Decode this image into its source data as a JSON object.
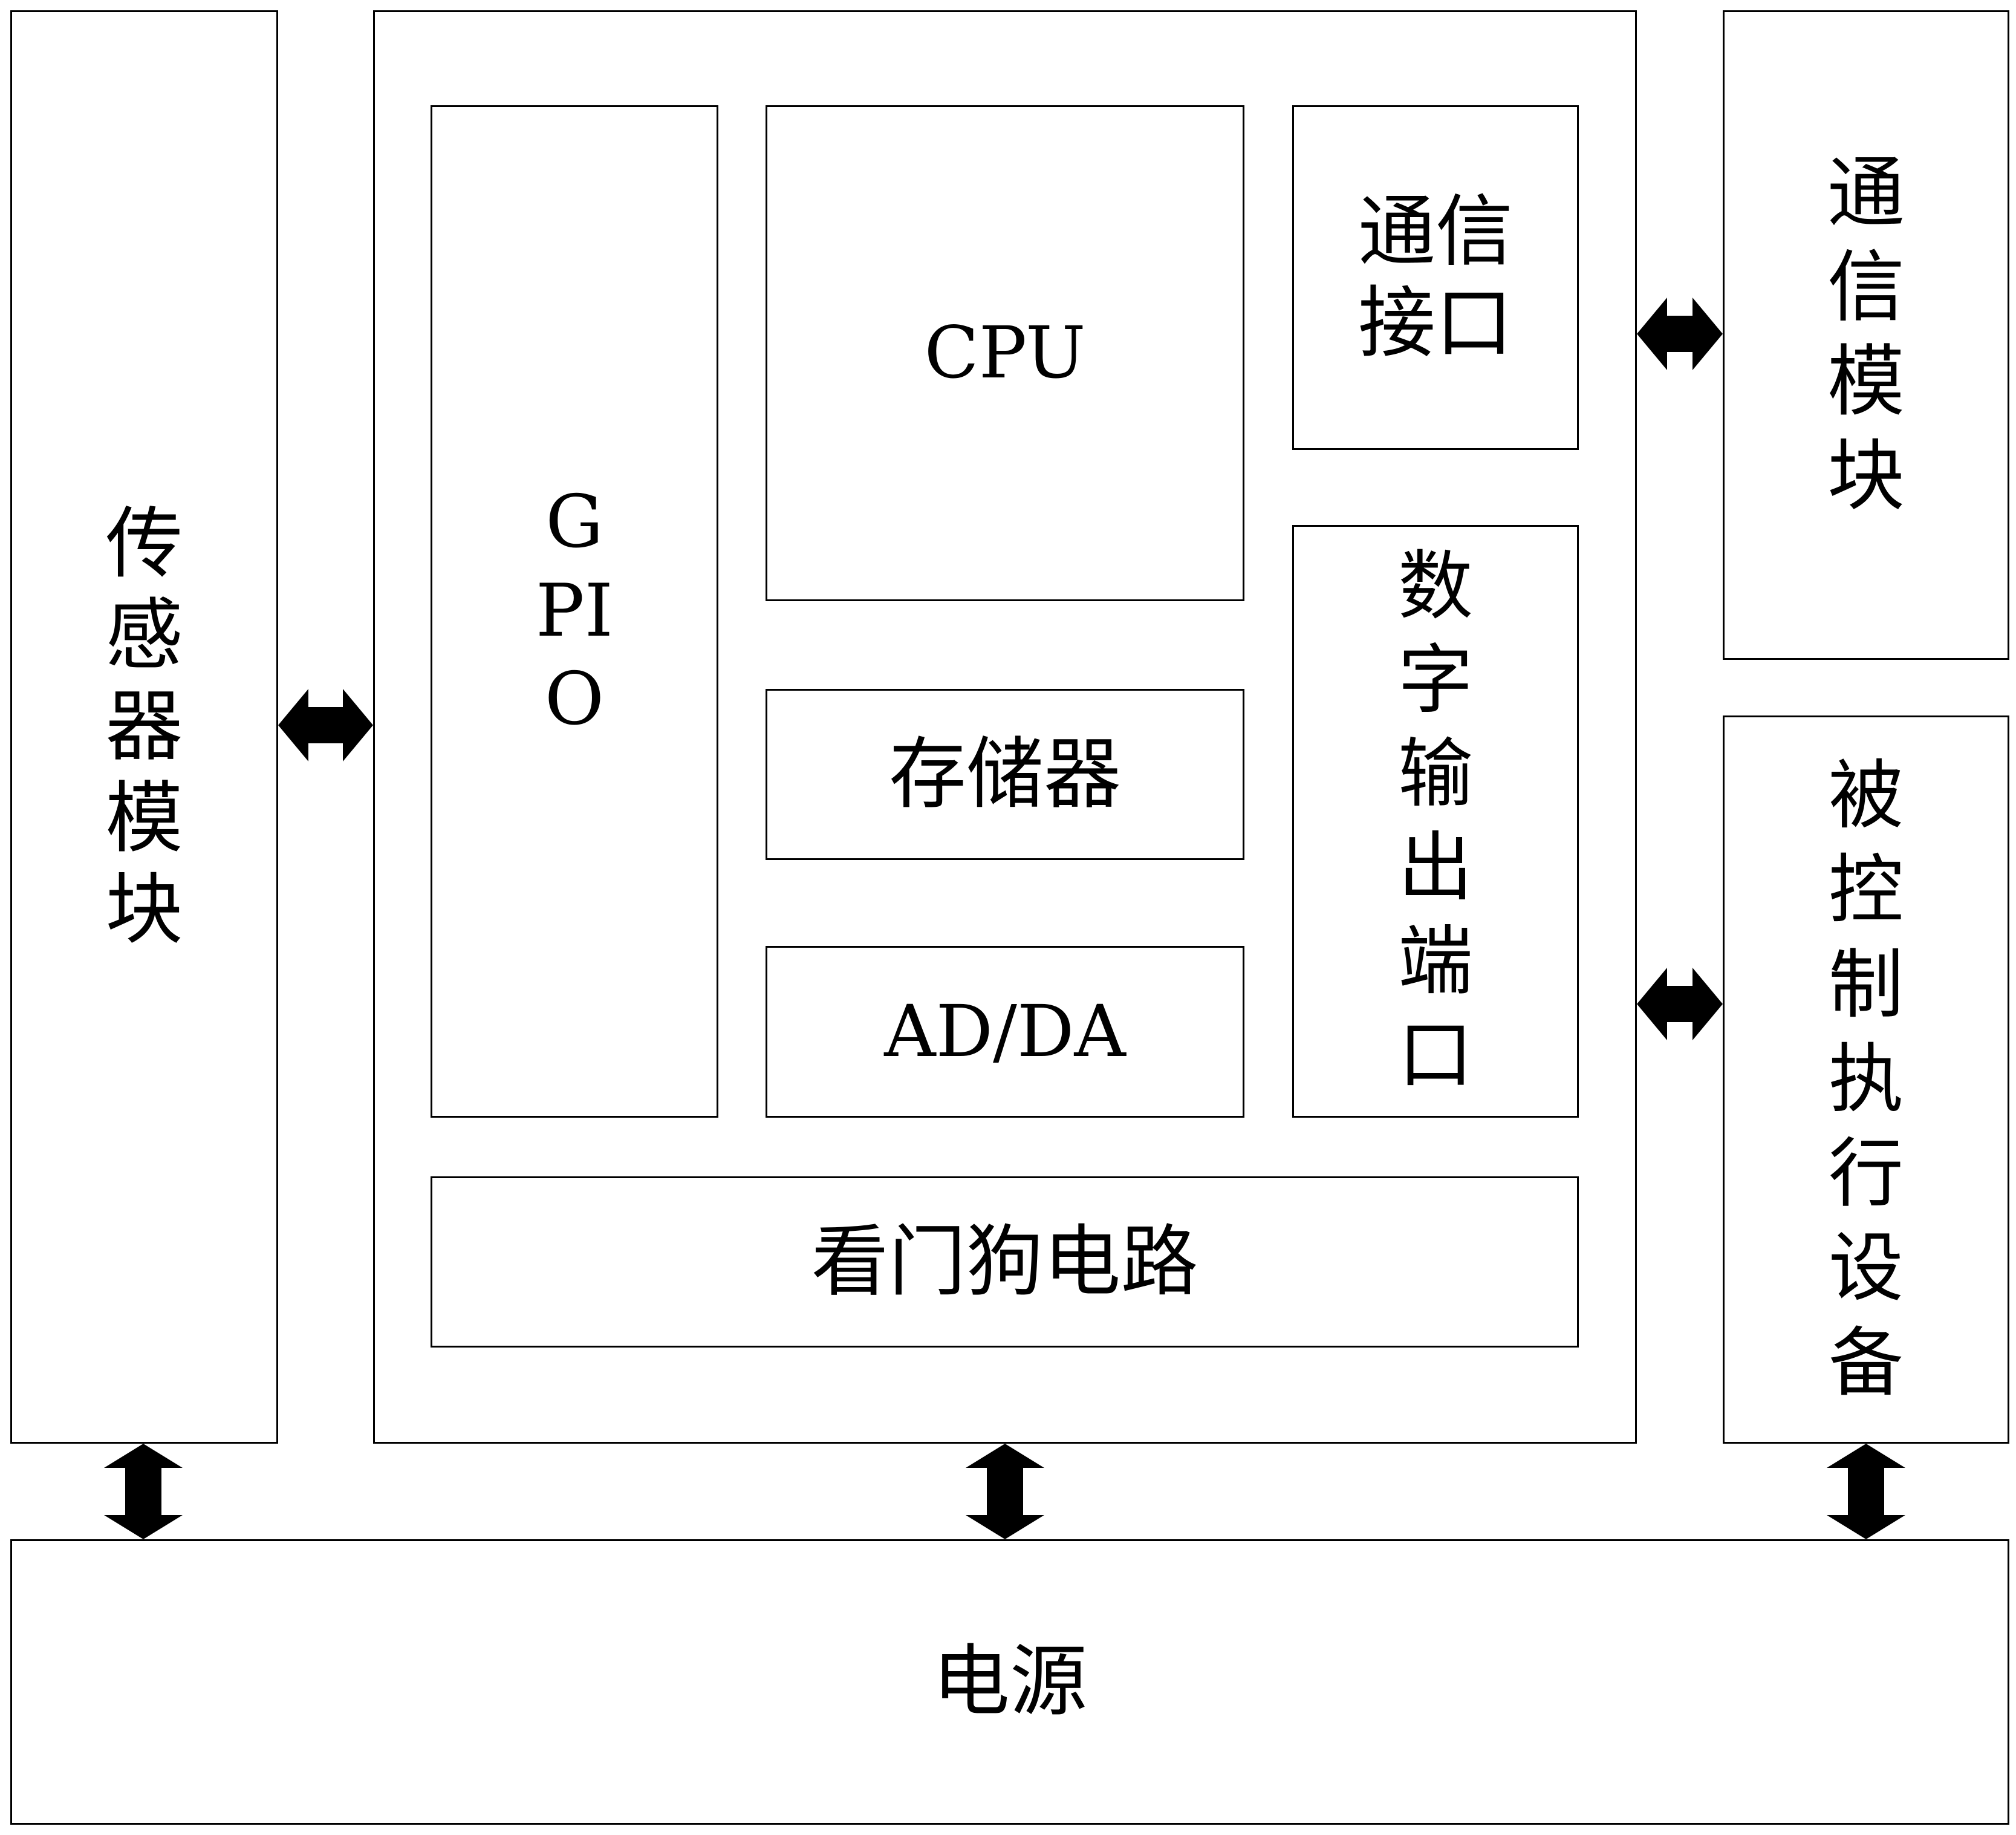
{
  "blocks": {
    "sensor_module": "传感器模块",
    "gpio": "GPIO",
    "cpu": "CPU",
    "comm_interface": "通信接口",
    "memory": "存储器",
    "ad_da": "AD/DA",
    "digital_output_port": "数字输出端口",
    "watchdog_circuit": "看门狗电路",
    "comm_module": "通信模块",
    "controlled_actuator": "被控制执行设备",
    "power_supply": "电源"
  }
}
